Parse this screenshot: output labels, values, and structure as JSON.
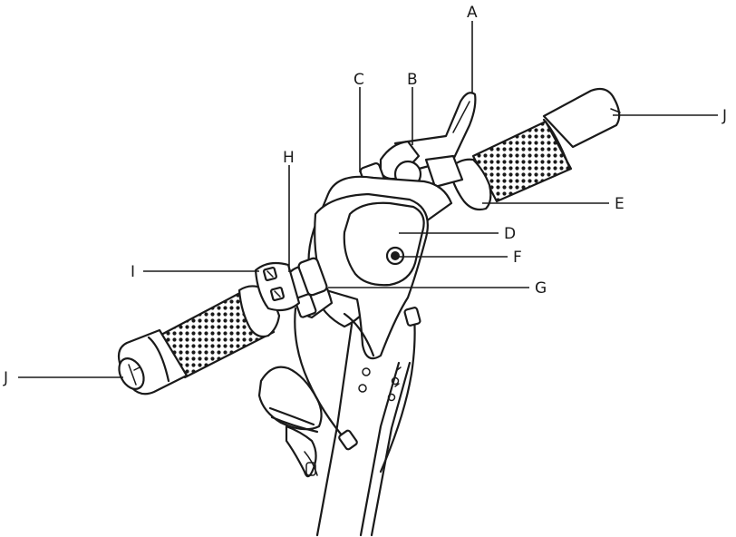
{
  "labels": {
    "A": "A",
    "B": "B",
    "C": "C",
    "D": "D",
    "E": "E",
    "F": "F",
    "G": "G",
    "H": "H",
    "I": "I",
    "J_right": "J",
    "J_left": "J"
  },
  "colors": {
    "ink": "#1a1a1a",
    "paper": "#ffffff"
  }
}
